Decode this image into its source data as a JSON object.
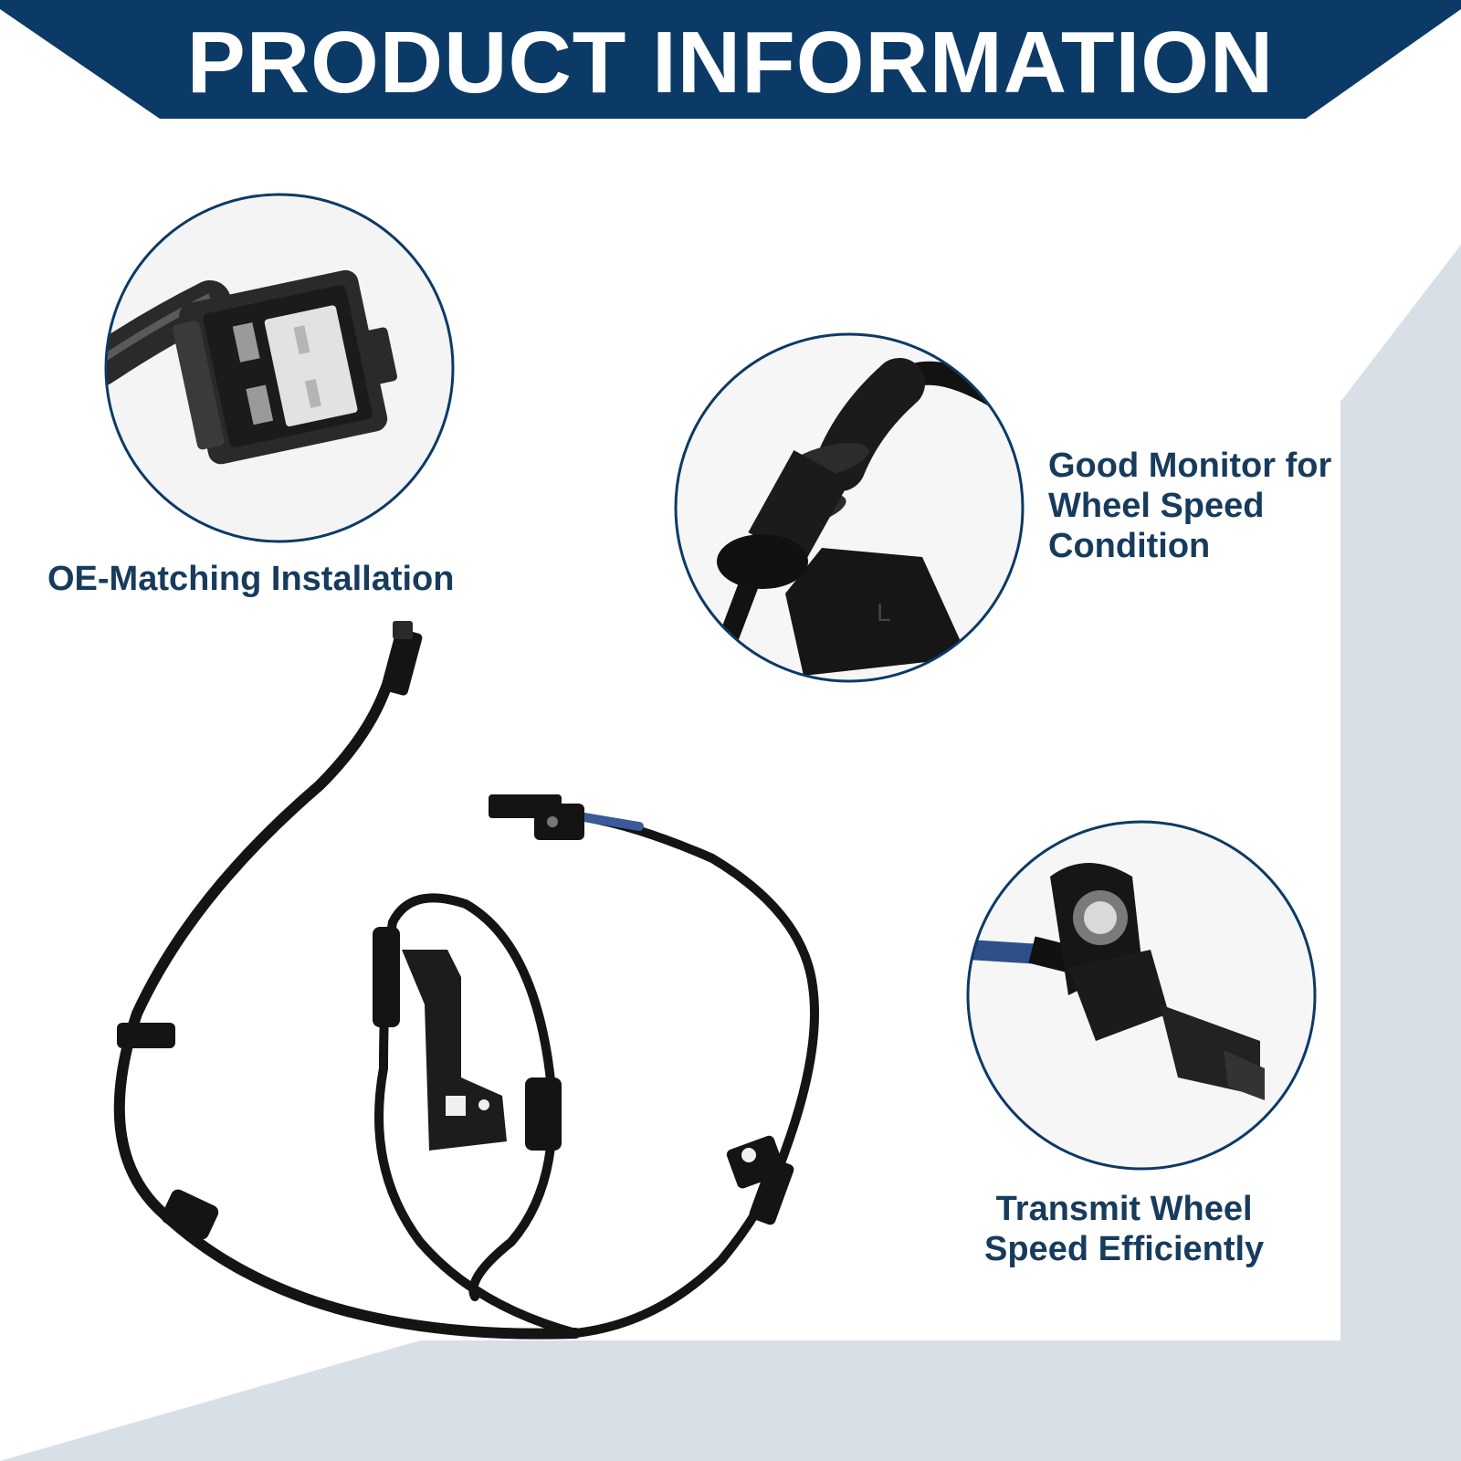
{
  "banner": {
    "title": "PRODUCT INFORMATION",
    "color": "#0c3a66"
  },
  "accent_color": "#0c3a66",
  "background_accent": "#d8dfe6",
  "features": [
    {
      "label": "OE-Matching Installation",
      "image": "connector-closeup"
    },
    {
      "label": "Good Monitor for\nWheel Speed\nCondition",
      "image": "bracket-grommet-closeup"
    },
    {
      "label": "Transmit Wheel\nSpeed Efficiently",
      "image": "sensor-head-closeup"
    }
  ],
  "product": {
    "image": "abs-wheel-speed-sensor-harness"
  }
}
